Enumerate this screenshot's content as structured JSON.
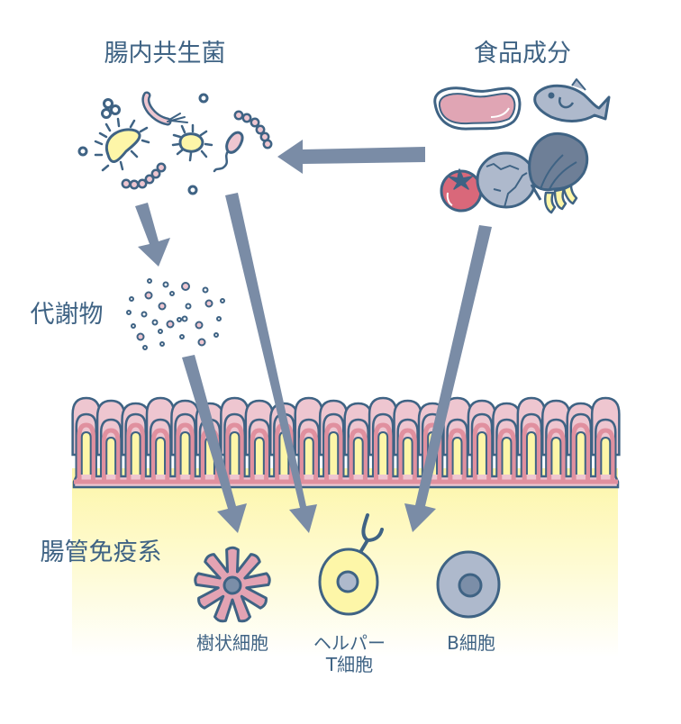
{
  "labels": {
    "gut_bacteria": "腸内共生菌",
    "food_components": "食品成分",
    "metabolites": "代謝物",
    "gut_immune_system": "腸管免疫系",
    "dendritic_cell": "樹状細胞",
    "helper_t_line1": "ヘルパー",
    "helper_t_line2": "T細胞",
    "b_cell": "B細胞"
  },
  "colors": {
    "outline": "#3f6384",
    "arrow": "#7a8ca6",
    "pink_light": "#eec6d0",
    "pink_dark": "#e0909f",
    "yellow": "#fdf6a8",
    "gray_blue": "#aeb9cc",
    "nucleus": "#7b8ea8",
    "tomato": "#d9687a",
    "leafy": "#6e7f97"
  }
}
